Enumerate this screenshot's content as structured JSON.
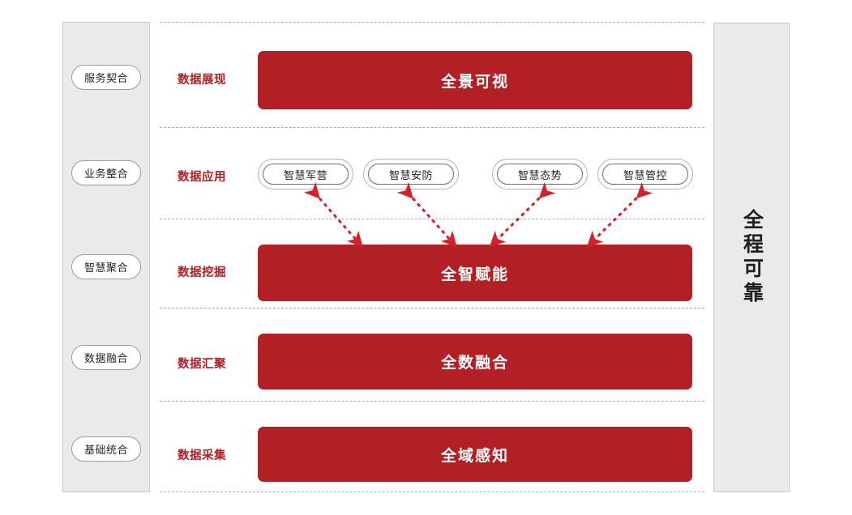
{
  "diagram": {
    "title_vertical": "全程可靠",
    "accent_color": "#b22025",
    "panel_bg": "#eaeaea",
    "stages": [
      {
        "label": "服务契合"
      },
      {
        "label": "业务整合"
      },
      {
        "label": "智慧聚合"
      },
      {
        "label": "数据融合"
      },
      {
        "label": "基础统合"
      }
    ],
    "rows": [
      {
        "label": "数据展现",
        "bar": "全景可视"
      },
      {
        "label": "数据应用",
        "bar": ""
      },
      {
        "label": "数据挖掘",
        "bar": "全智赋能"
      },
      {
        "label": "数据汇聚",
        "bar": "全数融合"
      },
      {
        "label": "数据采集",
        "bar": "全域感知"
      }
    ],
    "applications": [
      {
        "label": "智慧军营"
      },
      {
        "label": "智慧安防"
      },
      {
        "label": "智慧态势"
      },
      {
        "label": "智慧管控"
      }
    ]
  }
}
